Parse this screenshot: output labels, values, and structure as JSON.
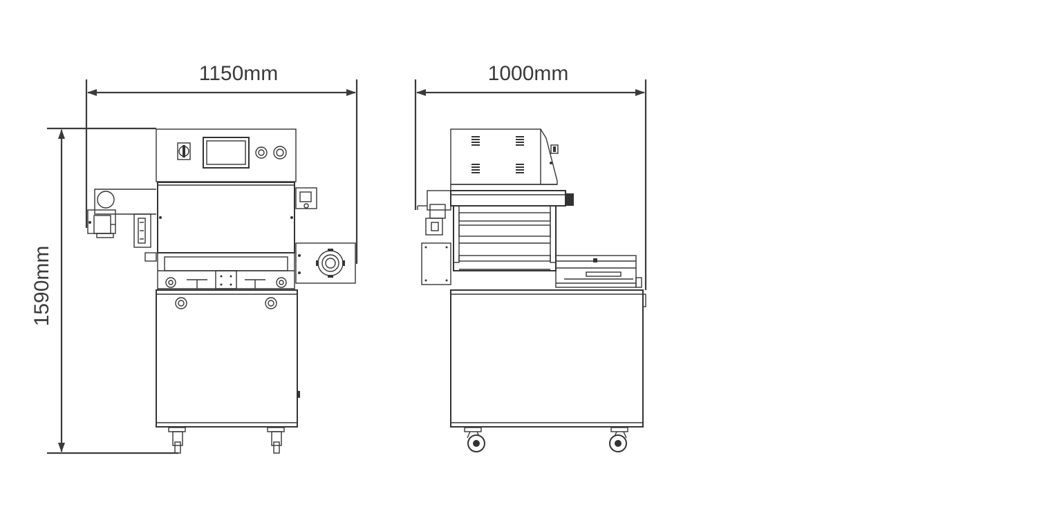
{
  "dimensions": {
    "front_width": "1150mm",
    "side_width": "1000mm",
    "height": "1590mm"
  },
  "colors": {
    "line": "#333333",
    "dimension": "#3a3a3a",
    "background": "#ffffff"
  }
}
